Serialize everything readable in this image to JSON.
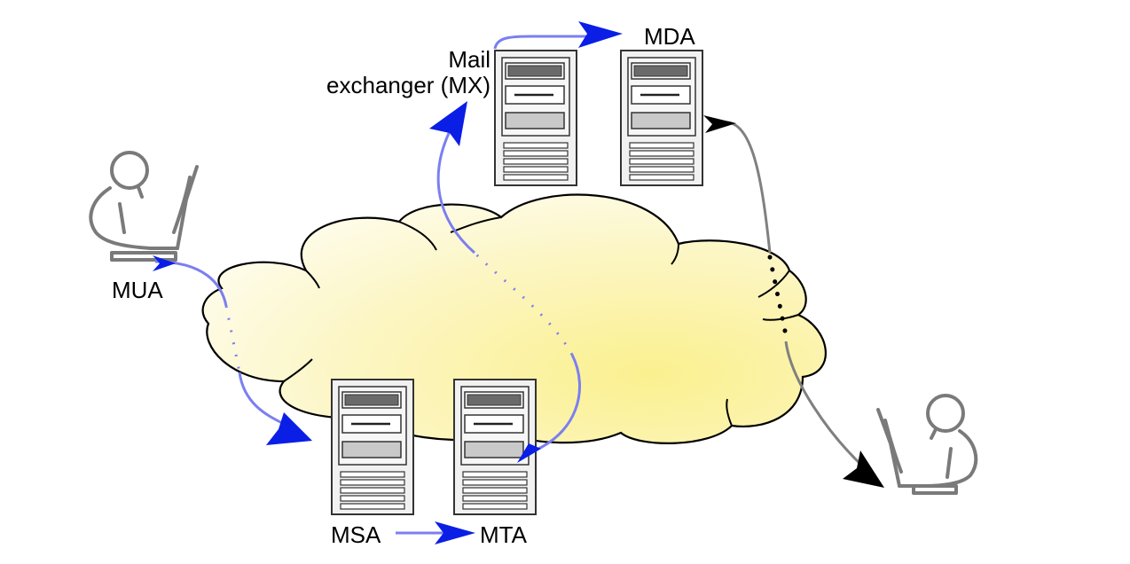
{
  "labels": {
    "mua": "MUA",
    "msa": "MSA",
    "mta": "MTA",
    "mx_line1": "Mail",
    "mx_line2": "exchanger (MX)",
    "mda": "MDA"
  },
  "colors": {
    "cloud_fill": "#fbf3b0",
    "cloud_stroke": "#000000",
    "flow_arrow": "#0a1ee6",
    "flow_line": "#7b7ff0",
    "delivery_arrow": "#000000",
    "delivery_line": "#808080",
    "user_icon": "#7a7a7a",
    "server_body": "#f0f0f0"
  },
  "icons": [
    "user-at-laptop-icon",
    "server-icon"
  ]
}
